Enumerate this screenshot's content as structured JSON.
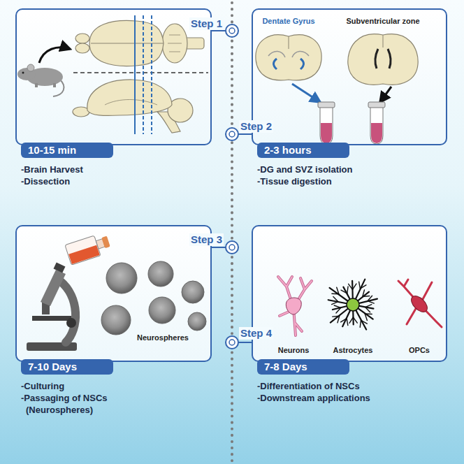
{
  "diagram": {
    "nodes": [
      {
        "text": [
          "-Brain Harvest",
          "-Dissection"
        ]
      },
      {
        "text": [
          "10-15 min"
        ],
        "in": 0
      },
      {
        "text": [
          "-DG and SVZ isolation",
          "-Tissue digestion"
        ]
      },
      {
        "text": [
          "2-3 hours"
        ],
        "in": 2
      },
      {
        "text": [
          "-Culturing",
          "-Passaging of NSCs (Neurospheres)"
        ]
      },
      {
        "text": [
          "7-10 Days"
        ],
        "in": 4
      },
      {
        "text": [
          "-Differentiation of NSCs",
          "-Downstream applications"
        ]
      },
      {
        "text": [
          "7-8 Days"
        ],
        "in": 6
      }
    ],
    "labels": [
      "Step 1",
      "Dentate Gyrus",
      "Subventricular zone",
      "Step 2",
      "Step 3",
      "Neurospheres",
      "Step 4",
      "Neurons",
      "Astrocytes",
      "OPCs"
    ]
  }
}
